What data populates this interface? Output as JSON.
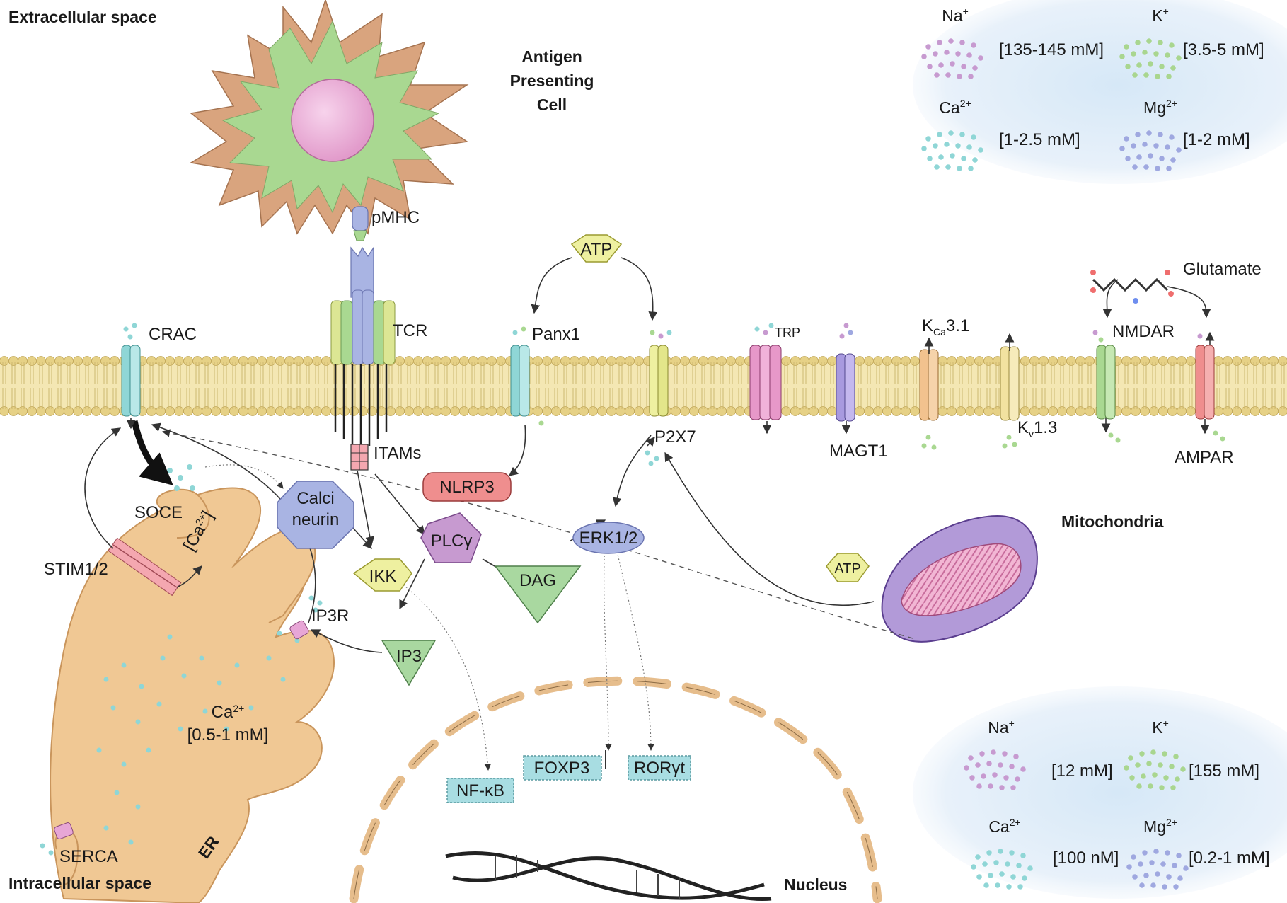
{
  "regions": {
    "extracellular": "Extracellular space",
    "intracellular": "Intracellular space",
    "apc": [
      "Antigen",
      "Presenting",
      "Cell"
    ],
    "mitochondria": "Mitochondria",
    "nucleus": "Nucleus",
    "er": "ER"
  },
  "extracellular_ions": [
    {
      "ion": "Na",
      "charge": "+",
      "conc": "[135-145 mM]",
      "color": "#c79ad0"
    },
    {
      "ion": "K",
      "charge": "+",
      "conc": "[3.5-5 mM]",
      "color": "#a9d68f"
    },
    {
      "ion": "Ca",
      "charge": "2+",
      "conc": "[1-2.5 mM]",
      "color": "#8fd6d6"
    },
    {
      "ion": "Mg",
      "charge": "2+",
      "conc": "[1-2 mM]",
      "color": "#9fa8e0"
    }
  ],
  "intracellular_ions": [
    {
      "ion": "Na",
      "charge": "+",
      "conc": "[12 mM]",
      "color": "#c79ad0"
    },
    {
      "ion": "K",
      "charge": "+",
      "conc": "[155 mM]",
      "color": "#a9d68f"
    },
    {
      "ion": "Ca",
      "charge": "2+",
      "conc": "[100 nM]",
      "color": "#8fd6d6"
    },
    {
      "ion": "Mg",
      "charge": "2+",
      "conc": "[0.2-1 mM]",
      "color": "#9fa8e0"
    }
  ],
  "membrane_labels": {
    "pmhc": "pMHC",
    "tcr": "TCR",
    "itams": "ITAMs",
    "crac": "CRAC",
    "panx1": "Panx1",
    "p2x7": "P2X7",
    "trp": "TRP",
    "magt1": "MAGT1",
    "kca_main": "K",
    "kca_sub": "Ca",
    "kca_tail": "3.1",
    "kv_main": "K",
    "kv_sub": "v",
    "kv_tail": "1.3",
    "nmdar": "NMDAR",
    "ampar": "AMPAR",
    "glutamate": "Glutamate",
    "atp_top": "ATP"
  },
  "signaling": {
    "soce": "SOCE",
    "stim": "STIM1/2",
    "ca_er_main": "[Ca",
    "ca_er_sup": "2+",
    "ca_er_close": "]",
    "calci": "Calci",
    "neurin": "neurin",
    "ikk": "IKK",
    "plcg": "PLCγ",
    "dag": "DAG",
    "ip3": "IP3",
    "ip3r": "IP3R",
    "erk": "ERK1/2",
    "nlrp3": "NLRP3",
    "atp_mito": "ATP",
    "serca": "SERCA",
    "er_ca_main": "Ca",
    "er_ca_sup": "2+",
    "er_ca_conc": "[0.5-1 mM]"
  },
  "transcription_factors": {
    "nfkb": "NF-κB",
    "foxp3": "FOXP3",
    "rorgt": "RORγt"
  },
  "colors": {
    "membrane": "#f1e2a8",
    "head": "#e6d186",
    "er": "#f0c894",
    "er_stroke": "#c9955c",
    "apc_brown": "#d9a47e",
    "apc_green": "#a9d891",
    "apc_nucleus": "#e9a6d3",
    "calcium": "#8fd6d6"
  }
}
